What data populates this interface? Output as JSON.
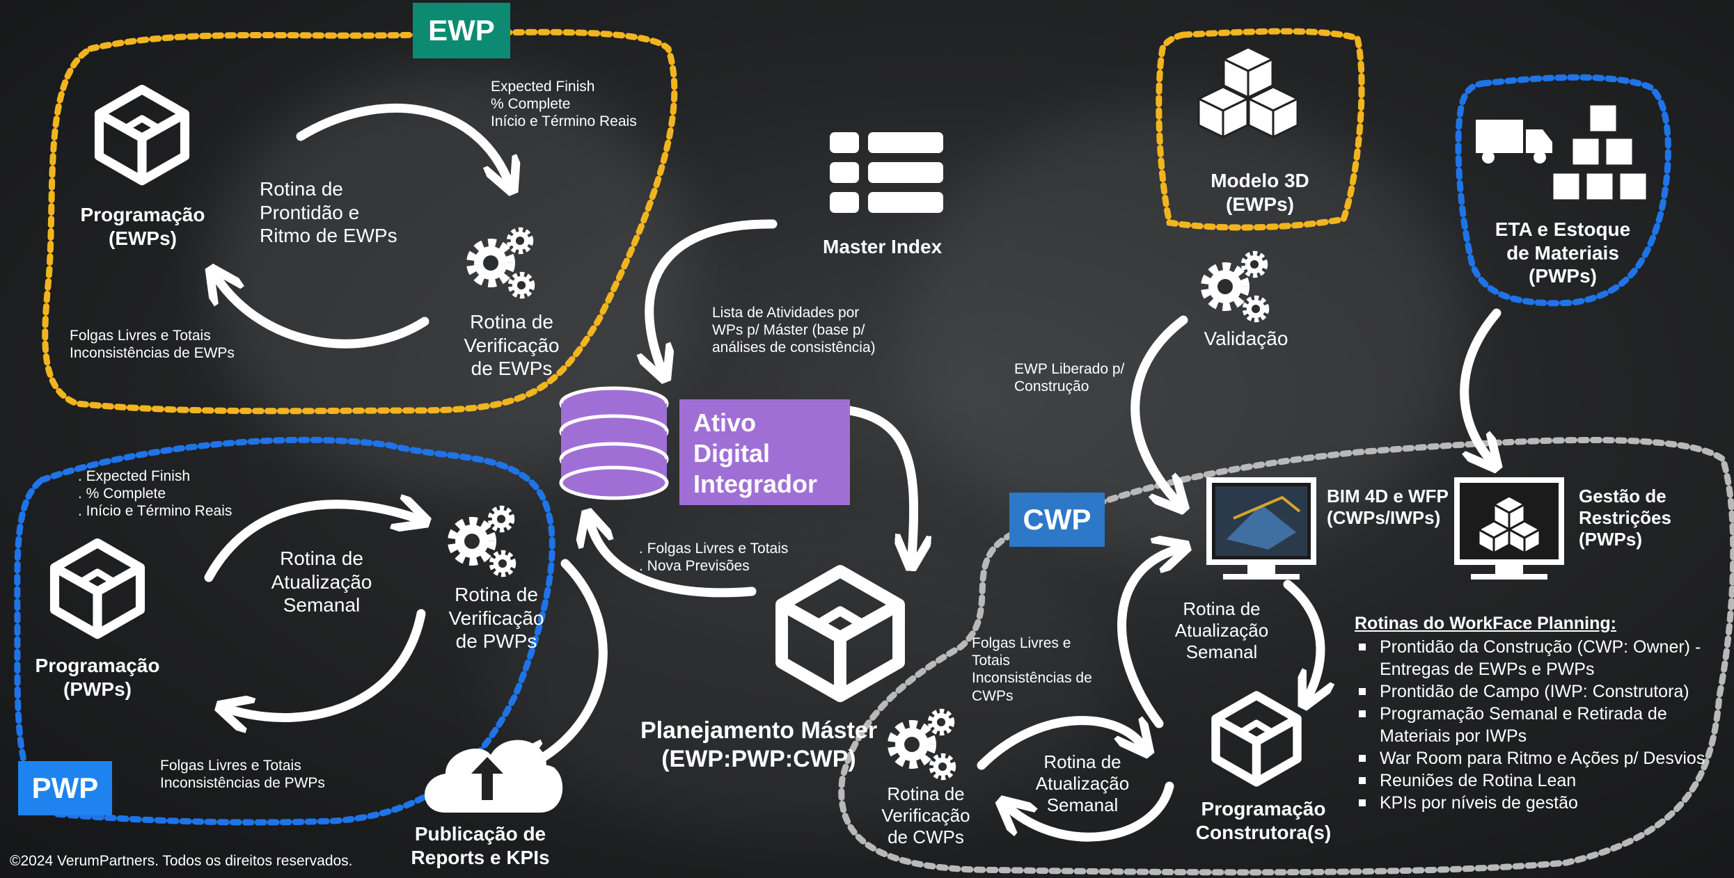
{
  "tags": {
    "ewp": "EWP",
    "pwp": "PWP",
    "cwp": "CWP"
  },
  "colors": {
    "ewp_tag": "#0d8a72",
    "pwp_tag": "#1e83ee",
    "cwp_tag": "#2d78c8",
    "ewp_border": "#f2b51f",
    "pwp_border": "#1e74e8",
    "cwp_border": "#b9b9b9",
    "integrator": "#a06fd6"
  },
  "ewp": {
    "programacao": "Programação\n(EWPs)",
    "rotina_prontidao": "Rotina de\nProntidão e\nRitmo de EWPs",
    "rotina_verificacao": "Rotina de\nVerificação\nde EWPs",
    "metrics": "Expected Finish\n% Complete\nInício e Término Reais",
    "folgas": "Folgas Livres e Totais\nInconsistências de EWPs"
  },
  "pwp": {
    "programacao": "Programação\n(PWPs)",
    "rotina_atualizacao": "Rotina de\nAtualização\nSemanal",
    "rotina_verificacao": "Rotina de\nVerificação\nde PWPs",
    "metrics": ". Expected Finish\n. % Complete\n. Início e Término Reais",
    "folgas": "Folgas Livres e Totais\nInconsistências de PWPs",
    "publicacao": "Publicação de\nReports e KPIs"
  },
  "center": {
    "master_index": "Master Index",
    "lista_atividades": "Lista de Atividades por\nWPs p/ Máster (base p/\nanálises de consistência)",
    "ativo_digital": "Ativo\nDigital\nIntegrador",
    "folgas_previsoes": ". Folgas Livres e Totais\n. Nova Previsões",
    "planejamento_master": "Planejamento Máster\n(EWP:PWP:CWP)"
  },
  "right": {
    "modelo_3d": "Modelo 3D\n(EWPs)",
    "eta_estoque": "ETA e Estoque\nde Materiais\n(PWPs)",
    "validacao": "Validação",
    "ewp_liberado": "EWP Liberado p/\nConstrução",
    "bim": "BIM 4D e WFP\n(CWPs/IWPs)",
    "gestao_restricoes": "Gestão de\nRestrições\n(PWPs)",
    "rotina_atualizacao_1": "Rotina de\nAtualização\nSemanal",
    "rotina_atualizacao_2": "Rotina de\nAtualização\nSemanal",
    "folgas_cwp": "Folgas Livres e\nTotais\nInconsistências de\nCWPs",
    "rotina_verificacao_cwp": "Rotina de\nVerificação\nde CWPs",
    "programacao_construtora": "Programação\nConstrutora(s)"
  },
  "wfp": {
    "title": "Rotinas do WorkFace Planning:",
    "items": [
      "Prontidão da Construção (CWP: Owner) - Entregas de EWPs e PWPs",
      "Prontidão de Campo (IWP: Construtora)",
      "Programação Semanal e Retirada de Materiais por IWPs",
      "War Room para Ritmo e Ações p/ Desvios",
      "Reuniões de Rotina Lean",
      "KPIs por níveis de gestão"
    ]
  },
  "footer": "©2024 VerumPartners. Todos os direitos reservados."
}
